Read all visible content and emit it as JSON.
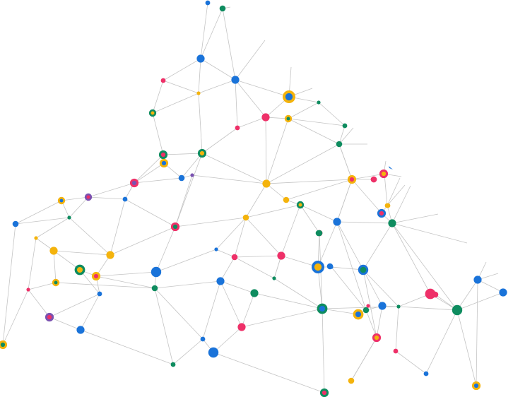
{
  "palette": {
    "blue": "#1a73d9",
    "green": "#0e8c5f",
    "pink": "#ee3068",
    "yellow": "#f4b30c",
    "purple": "#7a52b0",
    "edge": "#c4c4c4",
    "background": "#ffffff"
  },
  "nodes": [
    {
      "id": 0,
      "fill": "blue",
      "size": "small"
    },
    {
      "id": 1,
      "fill": "green",
      "size": "medium"
    },
    {
      "id": 2,
      "fill": "blue",
      "size": "large"
    },
    {
      "id": 3,
      "fill": "blue",
      "size": "large"
    },
    {
      "id": 4,
      "fill": "pink",
      "size": "small"
    },
    {
      "id": 5,
      "fill": "yellow",
      "size": "tiny"
    },
    {
      "id": 6,
      "fill": "blue",
      "ring": "yellow",
      "size": "xlarge"
    },
    {
      "id": 7,
      "fill": "green",
      "size": "tiny"
    },
    {
      "id": 8,
      "fill": "green",
      "ring": "yellow",
      "size": "small"
    },
    {
      "id": 9,
      "fill": "pink",
      "size": "large"
    },
    {
      "id": 10,
      "fill": "pink",
      "size": "small"
    },
    {
      "id": 11,
      "fill": "green",
      "size": "small"
    },
    {
      "id": 12,
      "fill": "green",
      "size": "medium"
    },
    {
      "id": 13,
      "fill": "yellow",
      "ring": "green",
      "size": "small"
    },
    {
      "id": 14,
      "fill": "yellow",
      "ring": "green",
      "size": "medium"
    },
    {
      "id": 15,
      "fill": "pink",
      "ring": "green",
      "size": "medium"
    },
    {
      "id": 16,
      "fill": "blue",
      "ring": "yellow",
      "size": "medium"
    },
    {
      "id": 17,
      "fill": "yellow",
      "size": "large"
    },
    {
      "id": 18,
      "fill": "blue",
      "size": "medium"
    },
    {
      "id": 19,
      "fill": "purple",
      "ring": "pink",
      "size": "medium"
    },
    {
      "id": 20,
      "fill": "purple",
      "size": "tiny"
    },
    {
      "id": 21,
      "fill": "blue",
      "ring": "yellow",
      "size": "small"
    },
    {
      "id": 22,
      "fill": "pink",
      "ring": "purple",
      "size": "small"
    },
    {
      "id": 23,
      "fill": "blue",
      "size": "small"
    },
    {
      "id": 24,
      "fill": "green",
      "size": "tiny"
    },
    {
      "id": 25,
      "fill": "blue",
      "size": "medium"
    },
    {
      "id": 26,
      "fill": "yellow",
      "size": "tiny"
    },
    {
      "id": 27,
      "fill": "green",
      "ring": "pink",
      "size": "medium"
    },
    {
      "id": 28,
      "fill": "yellow",
      "size": "medium"
    },
    {
      "id": 29,
      "fill": "yellow",
      "size": "medium"
    },
    {
      "id": 30,
      "fill": "yellow",
      "ring": "green",
      "size": "small"
    },
    {
      "id": 31,
      "fill": "yellow",
      "size": "large"
    },
    {
      "id": 32,
      "fill": "blue",
      "size": "xlarge"
    },
    {
      "id": 33,
      "fill": "blue",
      "size": "tiny"
    },
    {
      "id": 34,
      "fill": "yellow",
      "size": "large"
    },
    {
      "id": 35,
      "fill": "yellow",
      "ring": "green",
      "size": "large"
    },
    {
      "id": 36,
      "fill": "green",
      "size": "medium"
    },
    {
      "id": 37,
      "fill": "pink",
      "size": "large"
    },
    {
      "id": 38,
      "fill": "pink",
      "ring": "yellow",
      "size": "medium"
    },
    {
      "id": 39,
      "fill": "pink",
      "size": "medium"
    },
    {
      "id": 40,
      "fill": "pink",
      "ring": "yellow",
      "size": "medium"
    },
    {
      "id": 41,
      "fill": "yellow",
      "size": "small"
    },
    {
      "id": 42,
      "fill": "pink",
      "ring": "blue",
      "size": "medium"
    },
    {
      "id": 43,
      "fill": "green",
      "size": "large"
    },
    {
      "id": 44,
      "fill": "blue",
      "size": "large"
    },
    {
      "id": 45,
      "fill": "blue",
      "size": "xlarge"
    },
    {
      "id": 46,
      "fill": "green",
      "ring": "pink",
      "size": "tiny"
    },
    {
      "id": 47,
      "fill": "yellow",
      "ring": "blue",
      "size": "xlarge"
    },
    {
      "id": 48,
      "fill": "blue",
      "size": "tiny"
    },
    {
      "id": 49,
      "fill": "pink",
      "size": "medium"
    },
    {
      "id": 50,
      "fill": "green",
      "size": "medium"
    },
    {
      "id": 51,
      "fill": "blue",
      "ring": "green",
      "size": "large"
    },
    {
      "id": 52,
      "fill": "blue",
      "size": "small"
    },
    {
      "id": 53,
      "fill": "green",
      "ring": "yellow",
      "size": "small"
    },
    {
      "id": 54,
      "fill": "green",
      "size": "tiny"
    },
    {
      "id": 55,
      "fill": "pink",
      "size": "tiny"
    },
    {
      "id": 56,
      "fill": "blue",
      "size": "large"
    },
    {
      "id": 57,
      "fill": "blue",
      "ring": "yellow",
      "size": "large"
    },
    {
      "id": 58,
      "fill": "green",
      "size": "large"
    },
    {
      "id": 59,
      "fill": "pink",
      "ring": "pink",
      "size": "large"
    },
    {
      "id": 60,
      "fill": "pink",
      "size": "medium"
    },
    {
      "id": 61,
      "fill": "green",
      "size": "xlarge"
    },
    {
      "id": 62,
      "fill": "blue",
      "size": "large"
    },
    {
      "id": 63,
      "fill": "blue",
      "size": "large"
    },
    {
      "id": 64,
      "fill": "green",
      "size": "tiny"
    },
    {
      "id": 65,
      "fill": "pink",
      "size": "tiny"
    },
    {
      "id": 66,
      "fill": "pink",
      "ring": "purple",
      "size": "medium"
    },
    {
      "id": 67,
      "fill": "blue",
      "size": "small"
    },
    {
      "id": 68,
      "fill": "pink",
      "size": "large"
    },
    {
      "id": 69,
      "fill": "blue",
      "size": "xlarge"
    },
    {
      "id": 70,
      "fill": "green",
      "size": "medium"
    },
    {
      "id": 71,
      "fill": "blue",
      "size": "large"
    },
    {
      "id": 72,
      "fill": "blue",
      "size": "large"
    },
    {
      "id": 73,
      "fill": "yellow",
      "ring": "pink",
      "size": "medium"
    },
    {
      "id": 74,
      "fill": "green",
      "ring": "yellow",
      "size": "medium"
    },
    {
      "id": 75,
      "fill": "green",
      "size": "small"
    },
    {
      "id": 76,
      "fill": "blue",
      "ring": "yellow",
      "size": "medium"
    },
    {
      "id": 77,
      "fill": "pink",
      "size": "small"
    },
    {
      "id": 78,
      "fill": "yellow",
      "size": "medium"
    },
    {
      "id": 79,
      "fill": "pink",
      "ring": "green",
      "size": "medium"
    },
    {
      "id": 80,
      "fill": "blue",
      "size": "small"
    },
    {
      "id": 81,
      "fill": "yellow",
      "size": "small"
    },
    {
      "id": 82,
      "fill": "yellow",
      "ring": "pink",
      "size": "medium"
    },
    {
      "id": 83,
      "fill": "green",
      "size": "medium"
    },
    {
      "id": 84,
      "fill": "blue",
      "size": "medium"
    },
    {
      "id": 85,
      "fill": "green",
      "size": "medium"
    },
    {
      "id": 86,
      "fill": "pink",
      "size": "medium"
    },
    {
      "id": 87,
      "fill": "blue",
      "size": "small"
    },
    {
      "id": 88,
      "fill": "green",
      "size": "medium"
    }
  ]
}
